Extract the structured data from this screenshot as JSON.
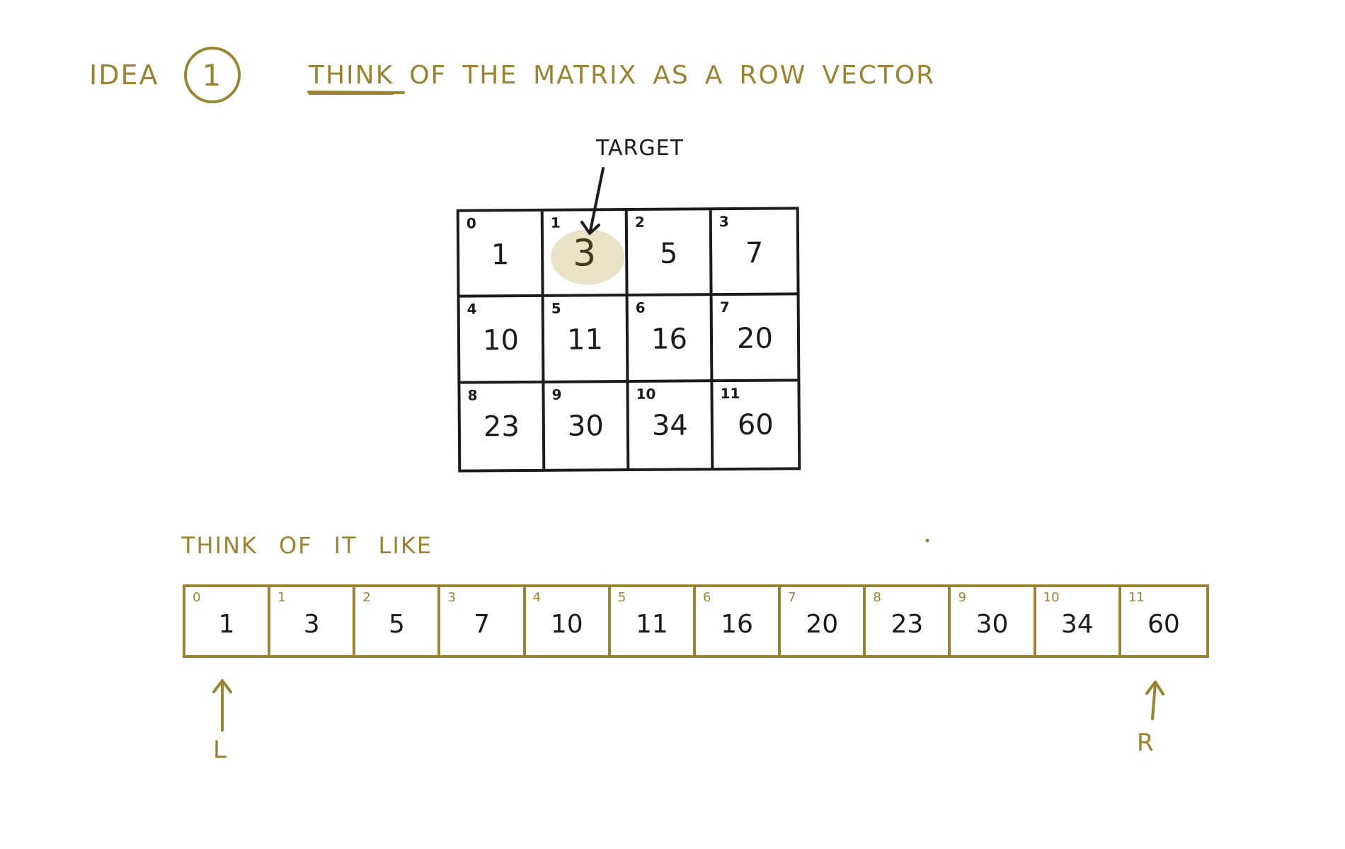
{
  "heading": {
    "idea_label": "IDEA",
    "idea_number": "1",
    "words": [
      "THINK",
      "OF",
      "THE",
      "MATRIX",
      "AS",
      "A",
      "ROW",
      "VECTOR"
    ]
  },
  "target_label": "TARGET",
  "matrix": [
    {
      "index": "0",
      "value": "1"
    },
    {
      "index": "1",
      "value": "3",
      "target": true
    },
    {
      "index": "2",
      "value": "5"
    },
    {
      "index": "3",
      "value": "7"
    },
    {
      "index": "4",
      "value": "10"
    },
    {
      "index": "5",
      "value": "11"
    },
    {
      "index": "6",
      "value": "16"
    },
    {
      "index": "7",
      "value": "20"
    },
    {
      "index": "8",
      "value": "23"
    },
    {
      "index": "9",
      "value": "30"
    },
    {
      "index": "10",
      "value": "34"
    },
    {
      "index": "11",
      "value": "60"
    }
  ],
  "think_like": [
    "THINK",
    "OF",
    "IT",
    "LIKE"
  ],
  "vector": [
    {
      "index": "0",
      "value": "1"
    },
    {
      "index": "1",
      "value": "3"
    },
    {
      "index": "2",
      "value": "5"
    },
    {
      "index": "3",
      "value": "7"
    },
    {
      "index": "4",
      "value": "10"
    },
    {
      "index": "5",
      "value": "11"
    },
    {
      "index": "6",
      "value": "16"
    },
    {
      "index": "7",
      "value": "20"
    },
    {
      "index": "8",
      "value": "23"
    },
    {
      "index": "9",
      "value": "30"
    },
    {
      "index": "10",
      "value": "34"
    },
    {
      "index": "11",
      "value": "60"
    }
  ],
  "pointers": {
    "left": "L",
    "right": "R"
  },
  "colors": {
    "accent": "#9a8434",
    "ink": "#1b1b1b",
    "highlight": "#e9e2c7"
  }
}
